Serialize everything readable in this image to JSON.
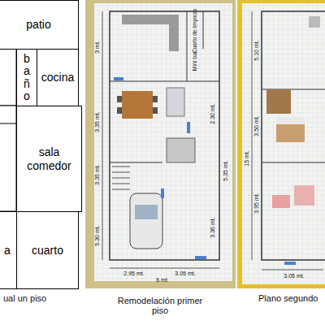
{
  "diagram": {
    "nodes": [
      {
        "text": [
          "patio"
        ]
      },
      {
        "text": [
          "baño"
        ]
      },
      {
        "text": [
          "cocina"
        ]
      },
      {
        "text": [
          "sala comedor"
        ]
      },
      {
        "text": [
          "a"
        ]
      },
      {
        "text": [
          "cuarto"
        ]
      }
    ],
    "labels": [
      "ual un piso",
      "Remodelación primer piso",
      "Plano segundo",
      "3 mt.",
      "3.35 mt.",
      "3.35 mt.",
      "5.30 mt.",
      "2.30 mt.",
      "5.35 mt.",
      "3.36 mt.",
      "2.95 mt.",
      "3.05 mt.",
      "6 mt.",
      "Mini bar",
      "Cuarto de limpieza",
      "5.10 mt.",
      "3.50 mt.",
      "3.95 mt.",
      "15 mt.",
      "3.05 mt."
    ]
  }
}
